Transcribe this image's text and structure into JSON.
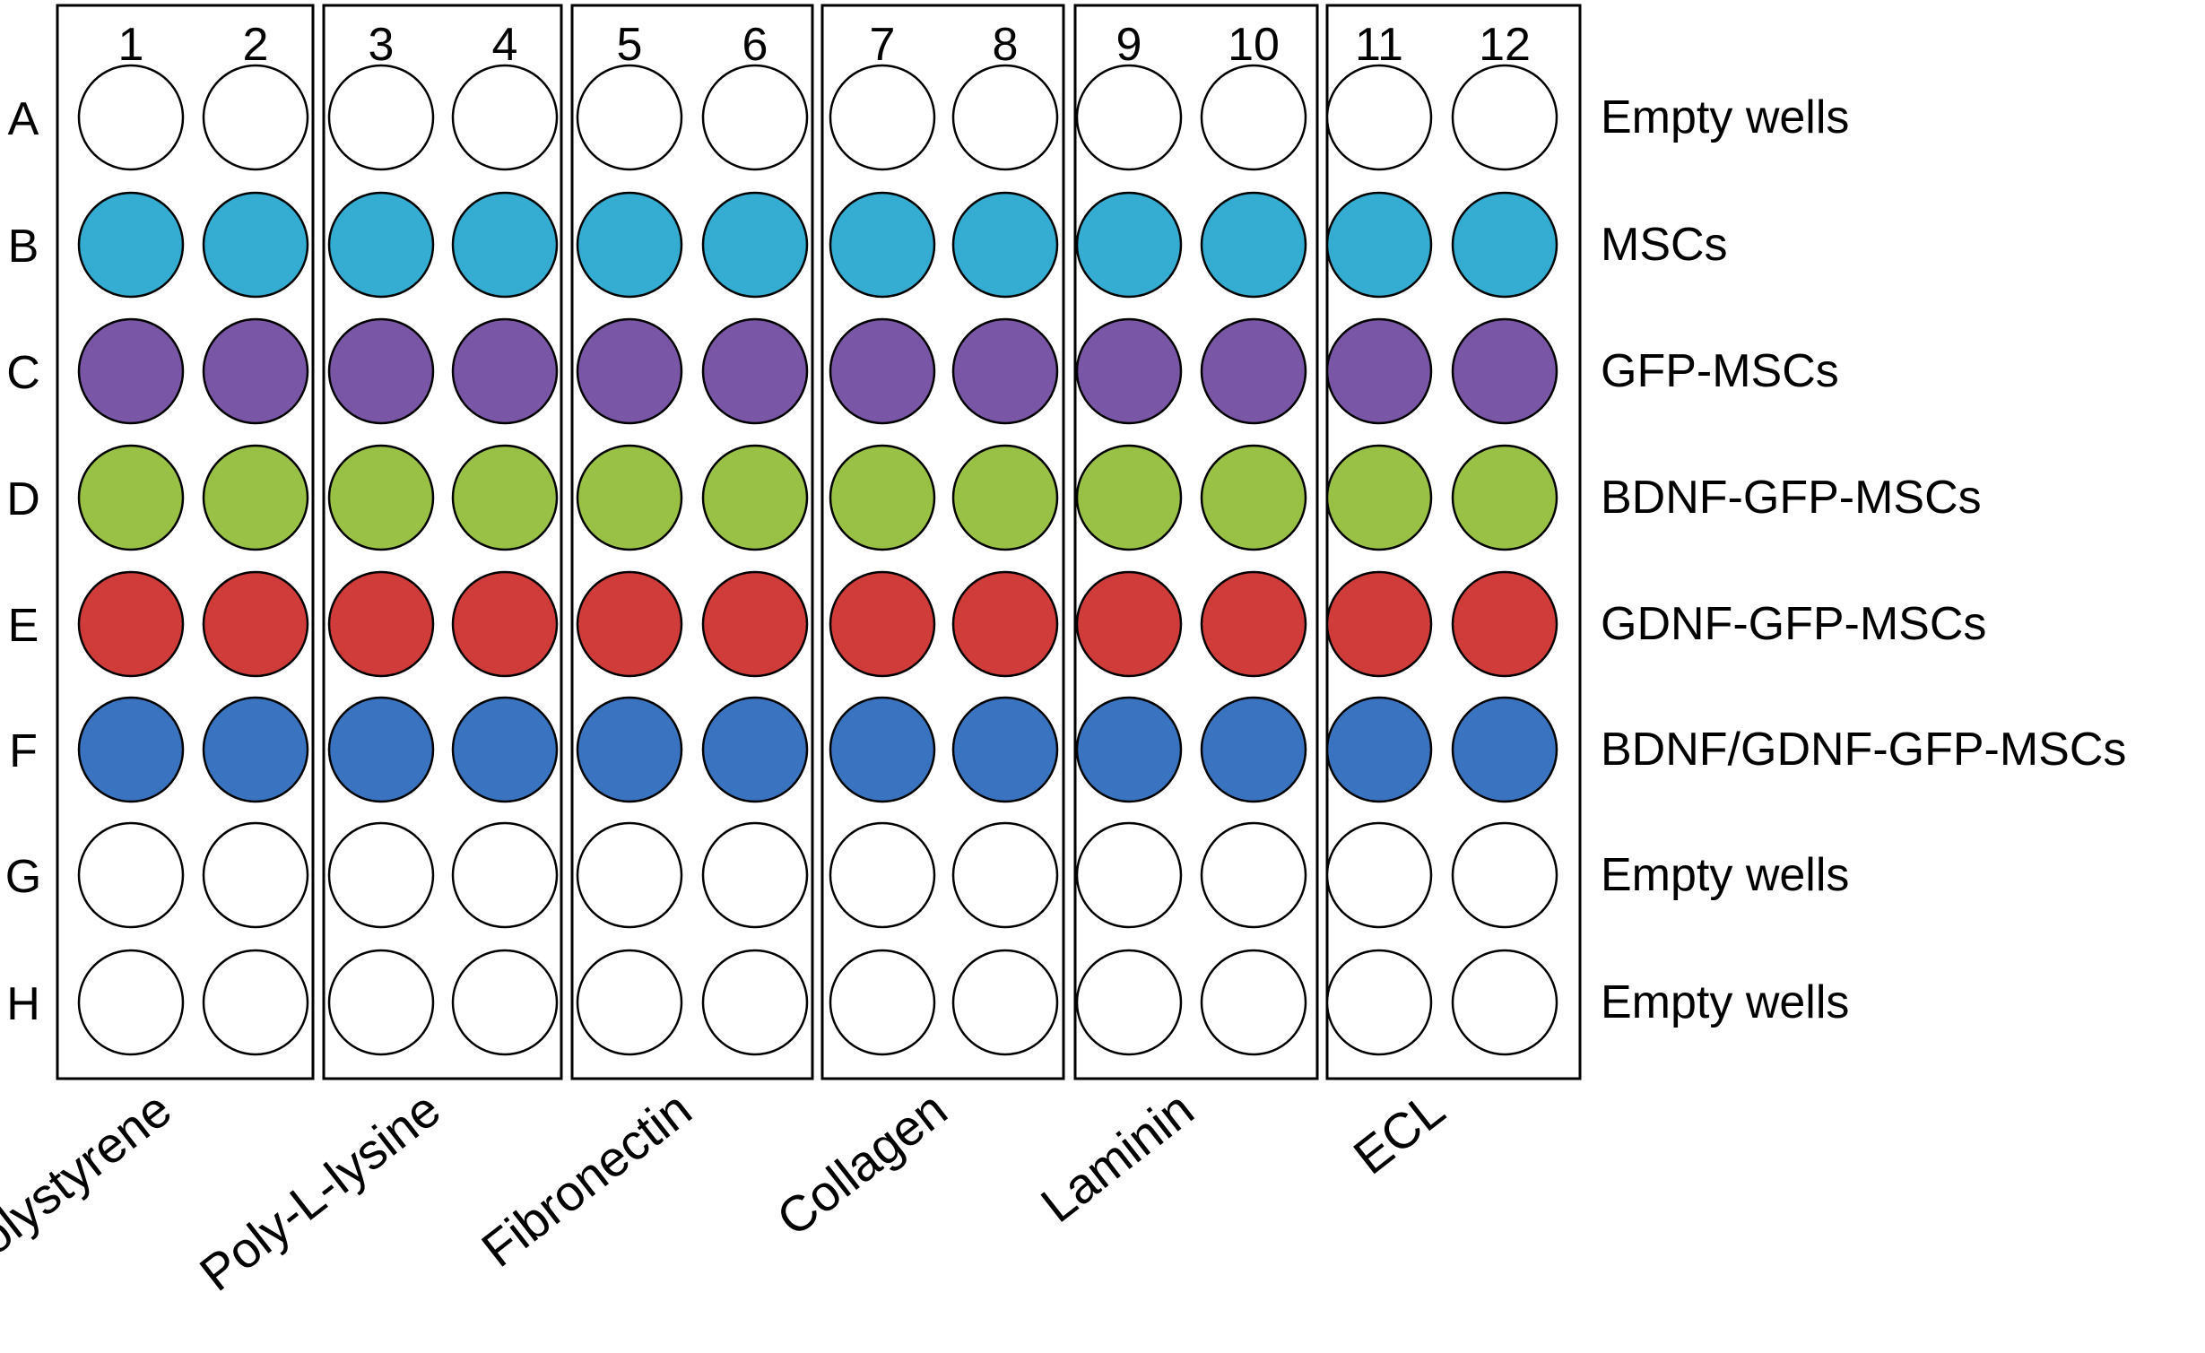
{
  "columns": [
    "1",
    "2",
    "3",
    "4",
    "5",
    "6",
    "7",
    "8",
    "9",
    "10",
    "11",
    "12"
  ],
  "rows": [
    {
      "letter": "A",
      "label": "Empty wells",
      "color": "#ffffff"
    },
    {
      "letter": "B",
      "label": "MSCs",
      "color": "#35acd2"
    },
    {
      "letter": "C",
      "label": "GFP-MSCs",
      "color": "#7a57a6"
    },
    {
      "letter": "D",
      "label": "BDNF-GFP-MSCs",
      "color": "#99c146"
    },
    {
      "letter": "E",
      "label": "GDNF-GFP-MSCs",
      "color": "#cf3c3a"
    },
    {
      "letter": "F",
      "label": "BDNF/GDNF-GFP-MSCs",
      "color": "#3a73c0"
    },
    {
      "letter": "G",
      "label": "Empty wells",
      "color": "#ffffff"
    },
    {
      "letter": "H",
      "label": "Empty wells",
      "color": "#ffffff"
    }
  ],
  "groups": [
    {
      "name": "Polystyrene",
      "columns": [
        "1",
        "2"
      ]
    },
    {
      "name": "Poly-L-lysine",
      "columns": [
        "3",
        "4"
      ]
    },
    {
      "name": "Fibronectin",
      "columns": [
        "5",
        "6"
      ]
    },
    {
      "name": "Collagen",
      "columns": [
        "7",
        "8"
      ]
    },
    {
      "name": "Laminin",
      "columns": [
        "9",
        "10"
      ]
    },
    {
      "name": "ECL",
      "columns": [
        "11",
        "12"
      ]
    }
  ]
}
